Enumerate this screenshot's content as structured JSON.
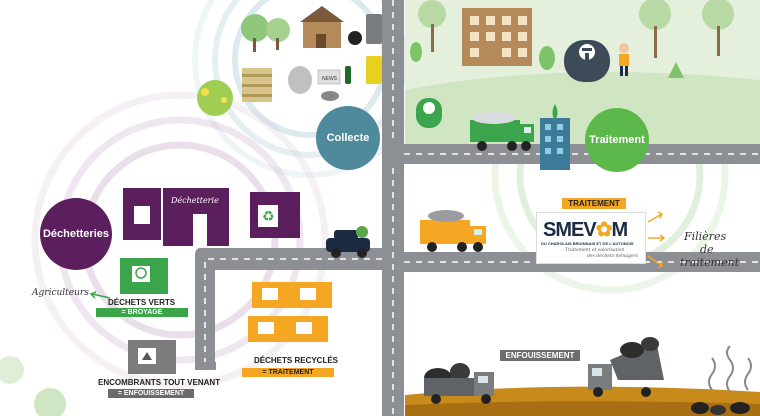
{
  "bubbles": {
    "collecte": "Collecte",
    "traitement": "Traitement",
    "dechetteries": "Déchetteries"
  },
  "building_signs": {
    "dechetterie": "Déchetterie"
  },
  "dechets_verts": {
    "title": "DÉCHETS VERTS",
    "tag": "= BROYAGE"
  },
  "encombrants": {
    "title": "ENCOMBRANTS TOUT VENANT",
    "tag": "= ENFOUISSEMENT"
  },
  "dechets_recycles": {
    "title": "DÉCHETS RECYCLÉS",
    "tag": "= TRAITEMENT"
  },
  "agriculteurs": "Agriculteurs",
  "traitement_banner": "TRAITEMENT",
  "smevom": {
    "logo": "SMEV",
    "logo_end": "M",
    "subtitle": "DU CHAROLAIS BRIONNAIS ET DE L'AUTUNOIS",
    "tagline_1": "Traitement et valorisation",
    "tagline_2": "des déchets ménagers"
  },
  "filieres": [
    "Filières",
    "de",
    "traitement"
  ],
  "enfouissement_banner": "ENFOUISSEMENT",
  "news_text": "NEWS",
  "colors": {
    "road": "#8c8f94",
    "collecte": "#4e8a9c",
    "traitement": "#5cb84a",
    "dechetteries": "#5c1f5e",
    "orange": "#f5a623",
    "green_tag": "#3aa54a",
    "grey_tag": "#6b6b6b",
    "enfouissement": "#6d6d6d",
    "earth": "#c98a1c"
  }
}
